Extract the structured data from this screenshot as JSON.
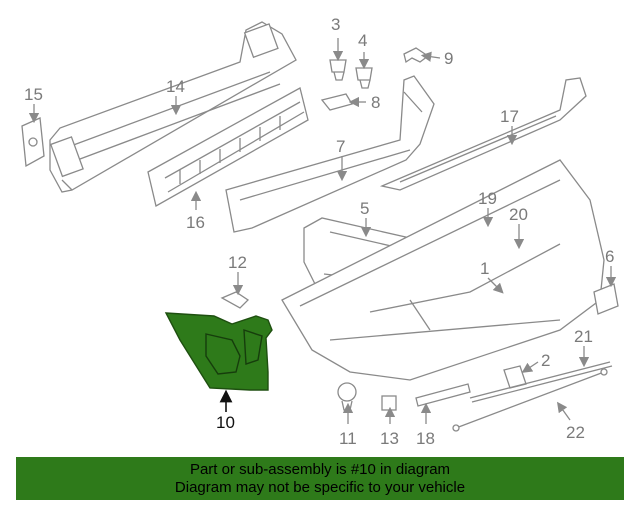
{
  "diagram": {
    "highlight_color": "#2e7a1a",
    "highlighted_part": "10",
    "callouts": [
      "1",
      "2",
      "3",
      "4",
      "5",
      "6",
      "7",
      "8",
      "9",
      "10",
      "11",
      "12",
      "13",
      "14",
      "15",
      "16",
      "17",
      "18",
      "19",
      "20",
      "21",
      "22"
    ]
  },
  "banner": {
    "background": "#2e7a1a",
    "line1": "Part or sub-assembly is #10 in diagram",
    "line2": "Diagram may not be specific to your vehicle"
  }
}
